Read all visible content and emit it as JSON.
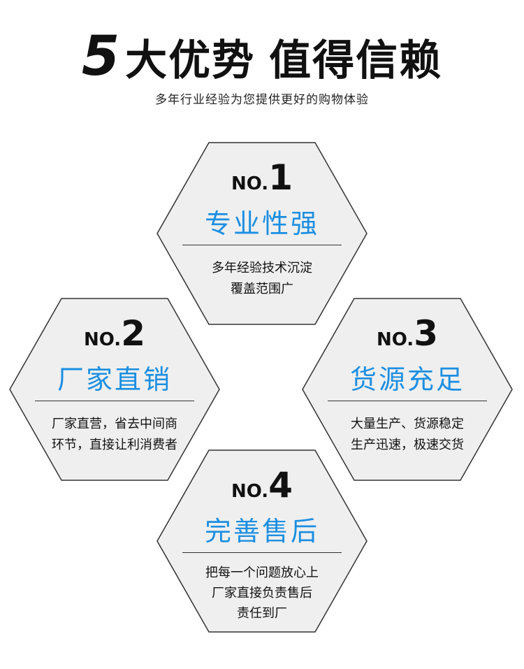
{
  "header": {
    "title_number": "5",
    "title_part1": "大优势",
    "title_part2": "值得信赖",
    "subtitle": "多年行业经验为您提供更好的购物体验"
  },
  "colors": {
    "accent": "#1b8fe2",
    "hex_fill": "#efefef",
    "hex_border": "#333333"
  },
  "advantages": [
    {
      "no_prefix": "NO.",
      "number": "1",
      "title": "专业性强",
      "lines": [
        "多年经验技术沉淀",
        "覆盖范围广"
      ]
    },
    {
      "no_prefix": "NO.",
      "number": "2",
      "title": "厂家直销",
      "lines": [
        "厂家直营，省去中间商",
        "环节，直接让利消费者"
      ]
    },
    {
      "no_prefix": "NO.",
      "number": "3",
      "title": "货源充足",
      "lines": [
        "大量生产、货源稳定",
        "生产迅速，极速交货"
      ]
    },
    {
      "no_prefix": "NO.",
      "number": "4",
      "title": "完善售后",
      "lines": [
        "把每一个问题放心上",
        "厂家直接负责售后",
        "责任到厂"
      ]
    }
  ]
}
